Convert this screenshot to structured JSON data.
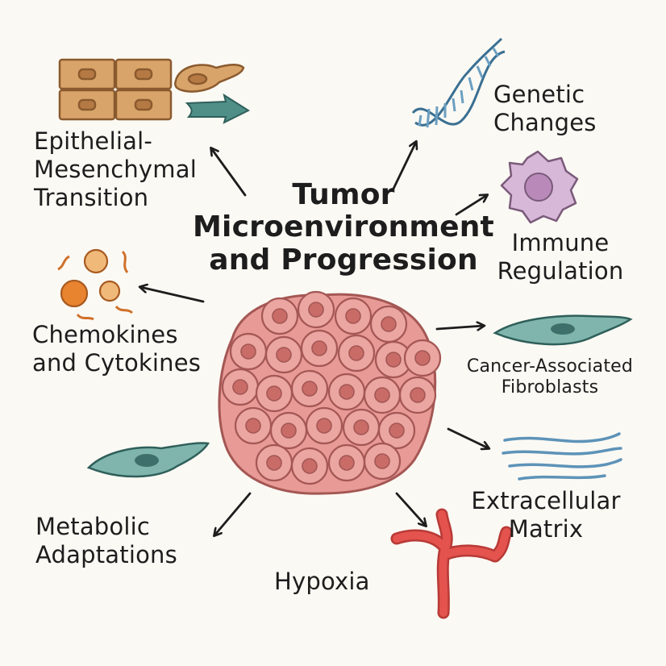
{
  "title": "Tumor\nMicroenvironment\nand Progression",
  "labels": {
    "emt": "Epithelial-\nMesenchymal\nTransition",
    "genetic": "Genetic\nChanges",
    "immune": "Immune\nRegulation",
    "chemokines": "Chemokines\nand Cytokines",
    "caf": "Cancer-Associated\nFibroblasts",
    "ecm": "Extracellular\nMatrix",
    "metabolic": "Metabolic\nAdaptations",
    "hypoxia": "Hypoxia"
  },
  "colors": {
    "background": "#fbf9f4",
    "tumor_cell": "#e89a96",
    "tumor_nucleus": "#c96c68",
    "epithelial_cell": "#d9a46a",
    "fibroblast": "#7fb5ad",
    "dna": "#4d87a9",
    "immune_cell": "#d8b8d8",
    "chemokine": "#ec9a4a",
    "ecm_fiber": "#5d93b8",
    "blood_vessel": "#e4534e",
    "arrow": "#1d1d1d"
  },
  "icons": [
    "epithelial-cells-icon",
    "dna-icon",
    "immune-cell-icon",
    "chemokine-particles-icon",
    "fibroblast-icon",
    "ecm-fibers-icon",
    "blood-vessel-icon",
    "metabolic-cell-icon",
    "tumor-cell-cluster-icon"
  ]
}
